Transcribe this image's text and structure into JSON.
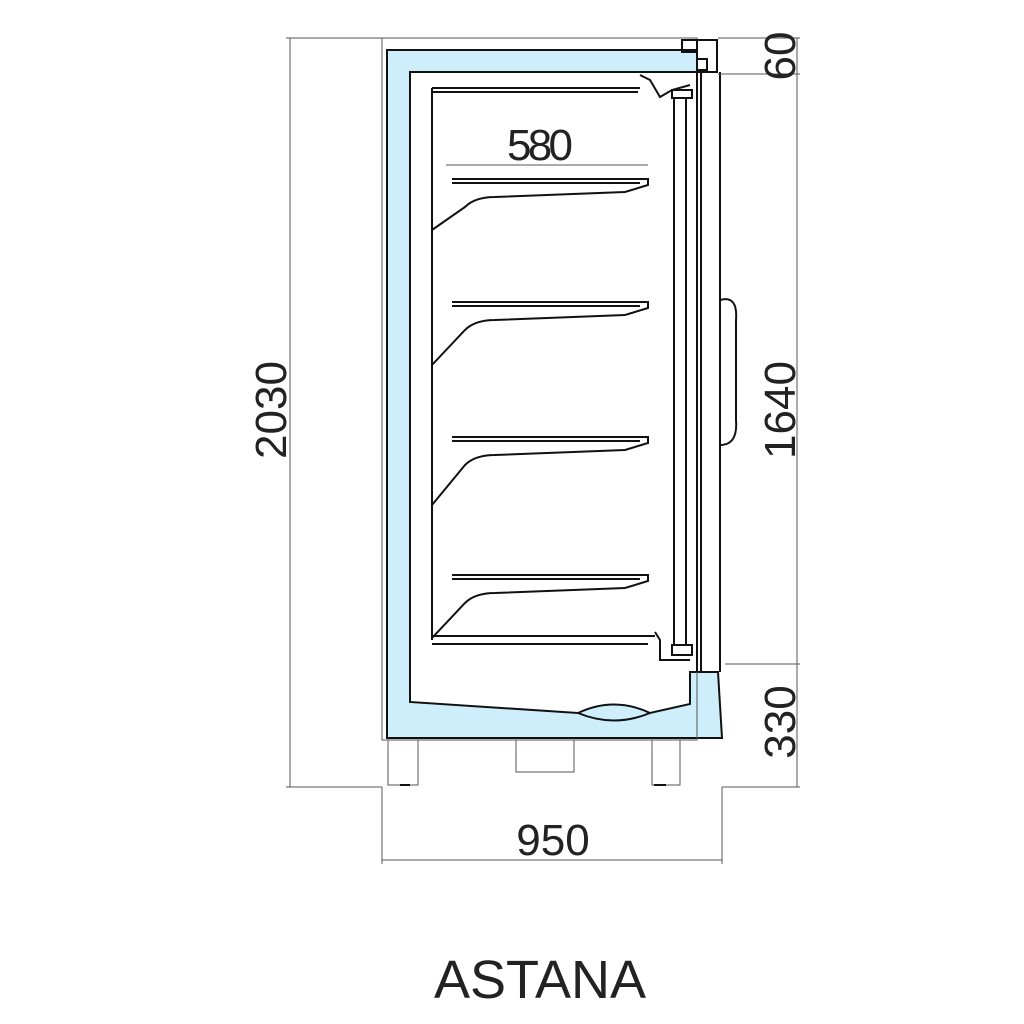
{
  "title": "ASTANA",
  "dimensions": {
    "total_height": "2030",
    "top_cap": "60",
    "door_height": "1640",
    "base_height": "330",
    "depth": "950",
    "shelf_depth": "580"
  },
  "colors": {
    "insulation": "#cdeefa",
    "line": "#111111"
  }
}
